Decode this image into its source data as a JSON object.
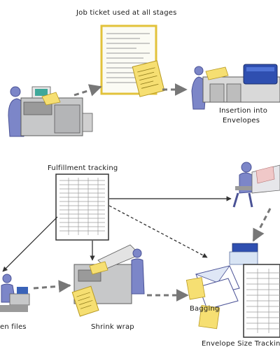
{
  "diagram": {
    "labels": {
      "job_ticket": "Job ticket used at all stages",
      "insertion": "Insertion into",
      "insertion_line2": "Envelopes",
      "fulfillment": "Fulfillment tracking",
      "files": "en files",
      "shrink_wrap": "Shrink wrap",
      "bagging": "Bagging",
      "envelope_size": "Envelope Size Tracking"
    }
  }
}
